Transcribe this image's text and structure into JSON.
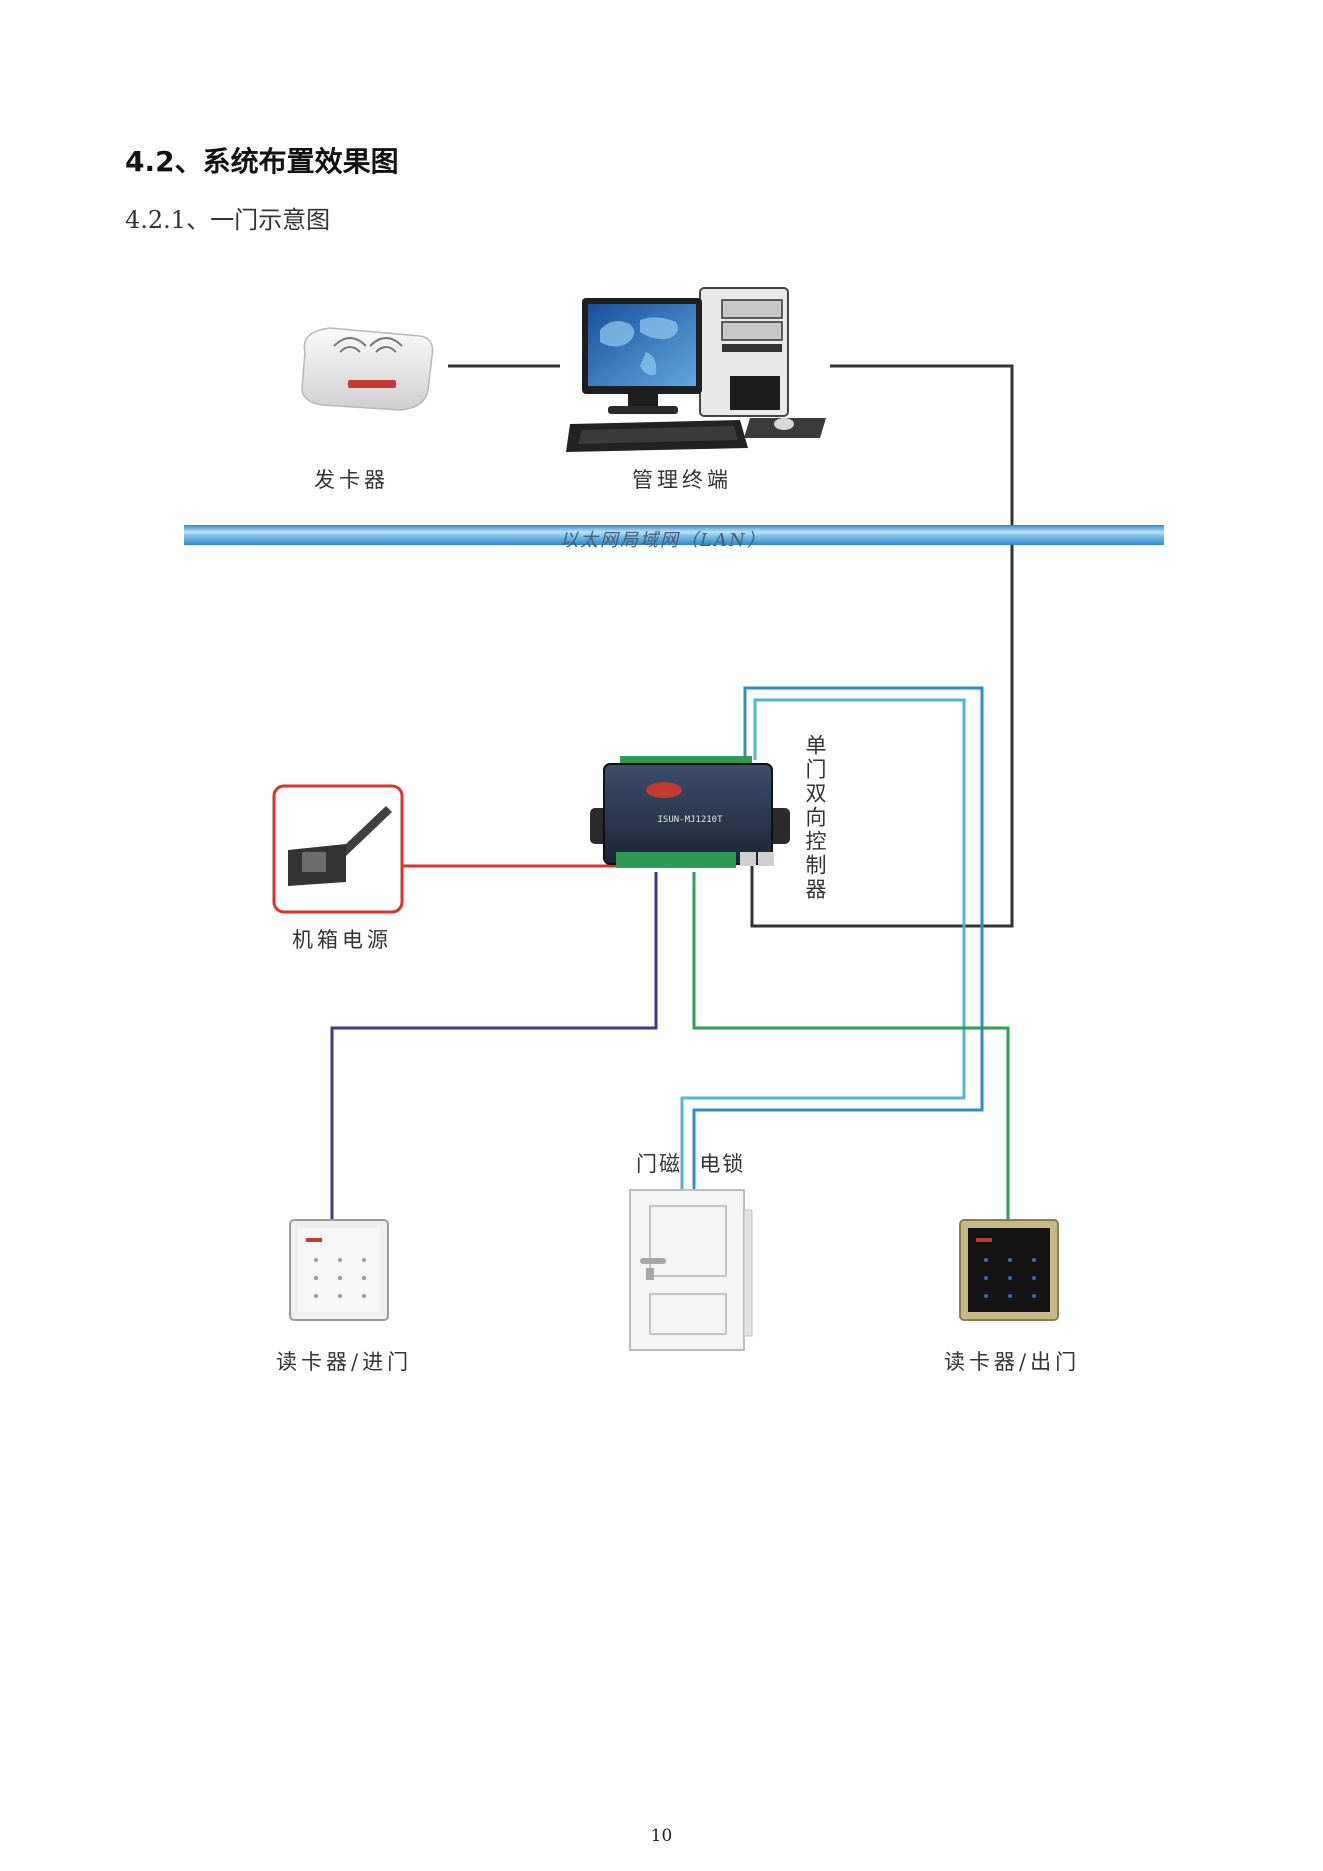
{
  "section": {
    "heading": "4.2、系统布置效果图",
    "subheading": "4.2.1、一门示意图"
  },
  "diagram": {
    "card_issuer_label": "发卡器",
    "management_terminal_label": "管理终端",
    "lan_label": "以太网局域网（LAN）",
    "controller_label": "单门双向控制器",
    "controller_model": "ISUN-MJ1210T",
    "power_supply_label": "机箱电源",
    "door_lock_label": "门磁  电锁",
    "reader_entry_label": "读卡器/进门",
    "reader_exit_label": "读卡器/出门"
  },
  "colors": {
    "lan_blue": "#5aa9d8",
    "power_red": "#d9342b",
    "reader_entry_wire": "#3d3a8c",
    "reader_exit_wire": "#2e9e5a",
    "lock_wire_cyan": "#4fb8c9",
    "lock_wire_blue": "#2d8ec4",
    "network_wire": "#333333"
  },
  "footer": {
    "page_number": "10"
  }
}
